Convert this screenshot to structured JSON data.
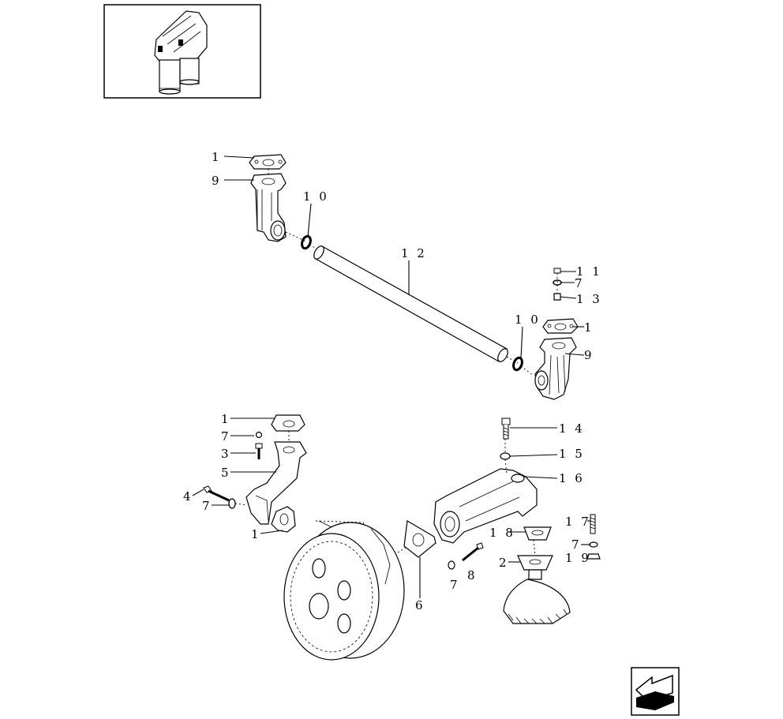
{
  "callouts": [
    {
      "id": "c1a",
      "text": "1"
    },
    {
      "id": "c9a",
      "text": "9"
    },
    {
      "id": "c10a",
      "text": "1 0"
    },
    {
      "id": "c12",
      "text": "1 2"
    },
    {
      "id": "c11",
      "text": "1 1"
    },
    {
      "id": "c7a",
      "text": "7"
    },
    {
      "id": "c13",
      "text": "1 3"
    },
    {
      "id": "c10b",
      "text": "1 0"
    },
    {
      "id": "c1b",
      "text": "1"
    },
    {
      "id": "c9b",
      "text": "9"
    },
    {
      "id": "c1c",
      "text": "1"
    },
    {
      "id": "c7b",
      "text": "7"
    },
    {
      "id": "c3",
      "text": "3"
    },
    {
      "id": "c5",
      "text": "5"
    },
    {
      "id": "c4",
      "text": "4"
    },
    {
      "id": "c7c",
      "text": "7"
    },
    {
      "id": "c1d",
      "text": "1"
    },
    {
      "id": "c14",
      "text": "1 4"
    },
    {
      "id": "c15",
      "text": "1 5"
    },
    {
      "id": "c16",
      "text": "1 6"
    },
    {
      "id": "c17",
      "text": "1 7"
    },
    {
      "id": "c18",
      "text": "1 8"
    },
    {
      "id": "c7d",
      "text": "7"
    },
    {
      "id": "c19",
      "text": "1 9"
    },
    {
      "id": "c2",
      "text": "2"
    },
    {
      "id": "c7e",
      "text": "7"
    },
    {
      "id": "c8",
      "text": "8"
    },
    {
      "id": "c6",
      "text": "6"
    }
  ],
  "icons": {
    "thumbnail": "filter-assembly-thumbnail",
    "nav": "back-arrow-icon"
  }
}
